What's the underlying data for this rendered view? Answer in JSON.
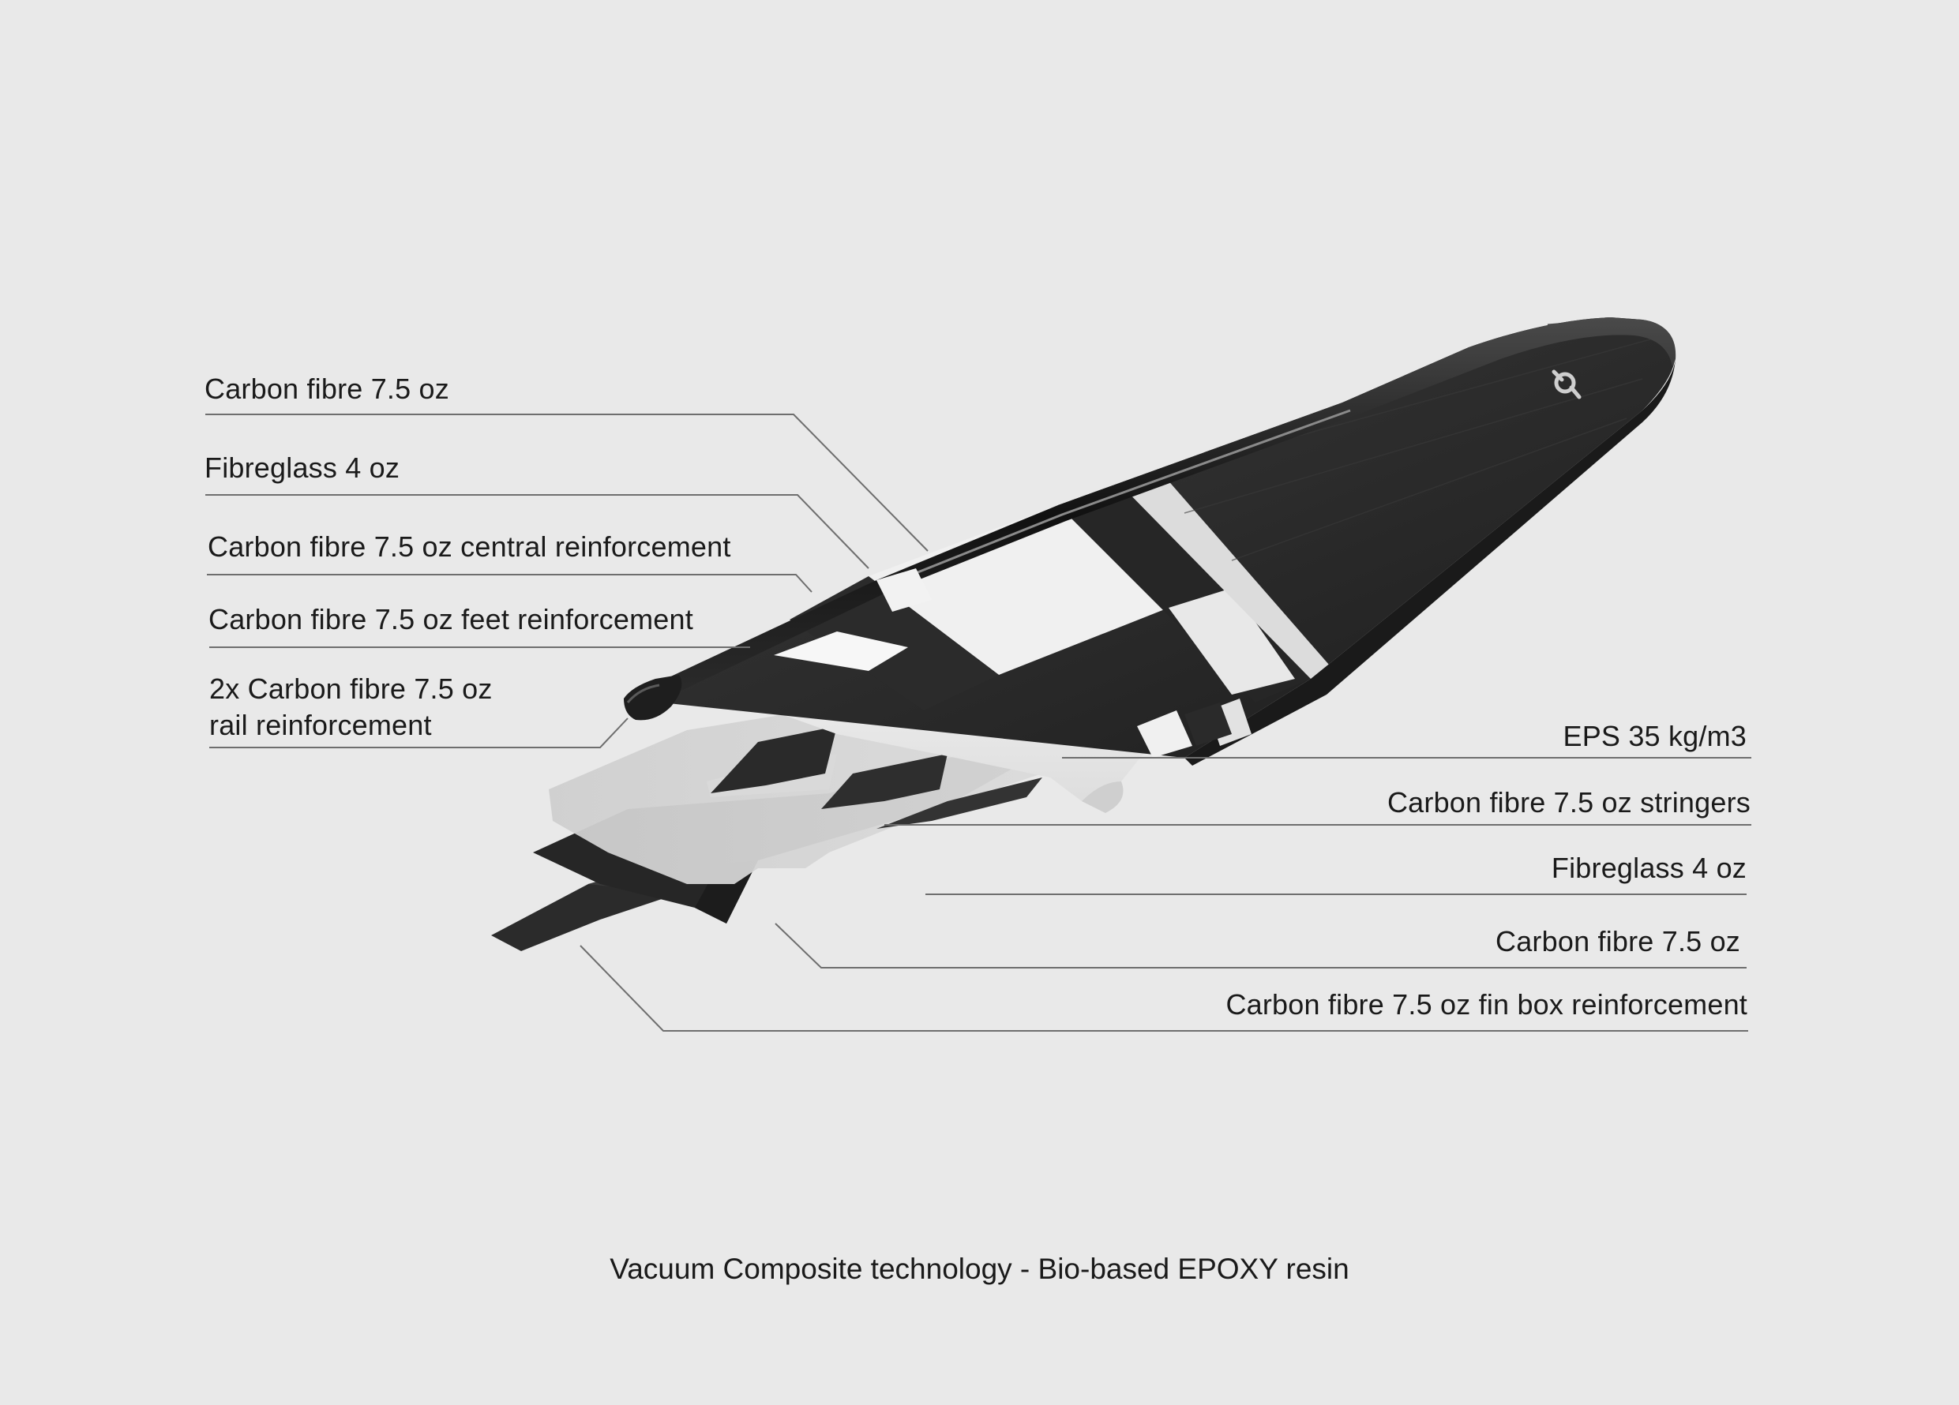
{
  "diagram": {
    "left_labels": [
      {
        "id": "carbon-top",
        "text": "Carbon fibre 7.5 oz"
      },
      {
        "id": "fibreglass-top",
        "text": "Fibreglass 4 oz"
      },
      {
        "id": "central-reinf",
        "text": "Carbon fibre 7.5 oz central reinforcement"
      },
      {
        "id": "feet-reinf",
        "text": "Carbon fibre 7.5 oz feet reinforcement"
      },
      {
        "id": "rail-reinf",
        "line1": "2x Carbon fibre 7.5 oz",
        "line2": "rail reinforcement"
      }
    ],
    "right_labels": [
      {
        "id": "eps",
        "text": "EPS 35 kg/m3"
      },
      {
        "id": "stringers",
        "text": "Carbon fibre 7.5 oz stringers"
      },
      {
        "id": "fibreglass-bottom",
        "text": "Fibreglass 4 oz"
      },
      {
        "id": "carbon-bottom",
        "text": "Carbon fibre 7.5 oz"
      },
      {
        "id": "fin-box",
        "text": "Carbon fibre 7.5 oz fin box reinforcement"
      }
    ],
    "caption": "Vacuum Composite technology - Bio-based EPOXY resin",
    "colors": {
      "background": "#e9e9e9",
      "carbon": "#2a2a2a",
      "fibreglass": "#d2d2d2",
      "foam": "#f4f4f4",
      "leader_line": "#6e6e6e"
    },
    "logo_icon": "board-brand-logo-icon"
  }
}
